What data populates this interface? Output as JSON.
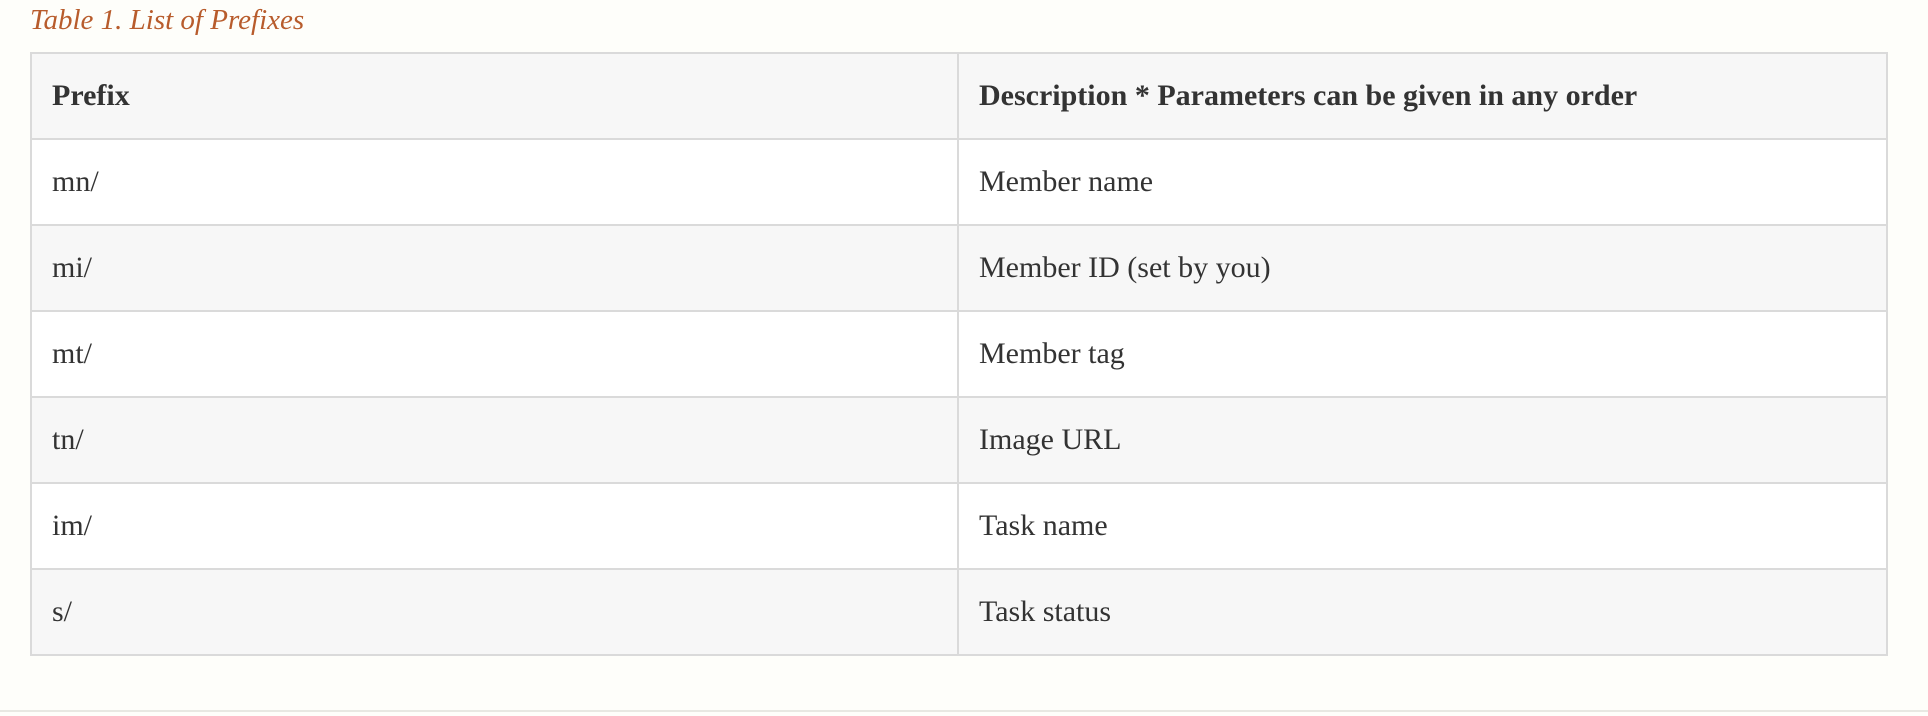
{
  "caption": "Table 1. List of Prefixes",
  "table": {
    "headers": [
      "Prefix",
      "Description * Parameters can be given in any order"
    ],
    "rows": [
      [
        "mn/",
        "Member name"
      ],
      [
        "mi/",
        "Member ID (set by you)"
      ],
      [
        "mt/",
        "Member tag"
      ],
      [
        "tn/",
        "Image URL"
      ],
      [
        "im/",
        "Task name"
      ],
      [
        "s/",
        "Task status"
      ]
    ]
  },
  "colors": {
    "caption": "#b85c2c",
    "text": "#333333",
    "border": "#dadada",
    "stripe": "#f7f7f7",
    "page_background": "#fefefa"
  }
}
